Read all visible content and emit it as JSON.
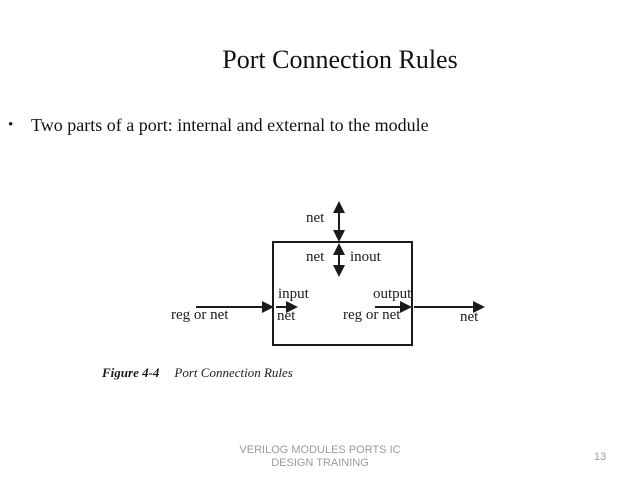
{
  "slide": {
    "title": "Port Connection Rules",
    "bullet": {
      "glyph": "•",
      "text": "Two parts of a port: internal and external to the module"
    },
    "footer": {
      "line1": "VERILOG MODULES PORTS IC",
      "line2": "DESIGN TRAINING",
      "page_number": "13"
    }
  },
  "figure": {
    "caption": {
      "label": "Figure 4-4",
      "title": "Port Connection Rules"
    },
    "ports": {
      "top_outside_net": "net",
      "top_inside_net": "net",
      "inout_port": "inout",
      "input_port": "input",
      "input_inside_net": "net",
      "input_outside": "reg or net",
      "output_port": "output",
      "output_inside": "reg or net",
      "output_outside_net": "net"
    }
  },
  "colors": {
    "ink": "#1b1b1b",
    "footer_gray": "#9b9b9b",
    "background": "#ffffff"
  }
}
